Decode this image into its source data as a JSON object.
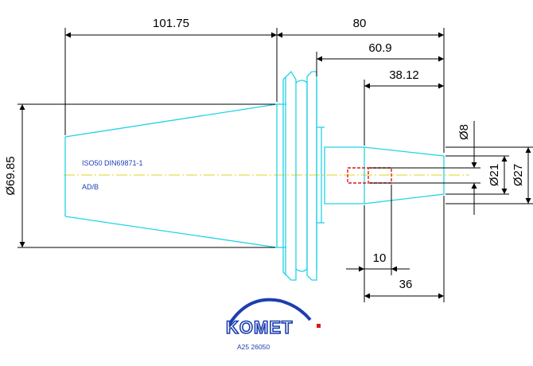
{
  "dimensions": {
    "length_taper": "101.75",
    "length_total": "80",
    "length_shank": "60.9",
    "length_nose": "38.12",
    "length_10": "10",
    "length_36": "36",
    "dia_flange": "Ø69.85",
    "dia_8": "Ø8",
    "dia_21": "Ø21",
    "dia_27": "Ø27"
  },
  "notes": {
    "standard": "ISO50 DIN69871-1",
    "form": "AD/B"
  },
  "logo": {
    "brand": "KOMET",
    "article": "A25 26050"
  },
  "colors": {
    "outline": "#22d3e6",
    "dimension": "#000000",
    "centerline": "#e8d020",
    "hidden": "#e01818",
    "logo": "#1c3fb0"
  }
}
